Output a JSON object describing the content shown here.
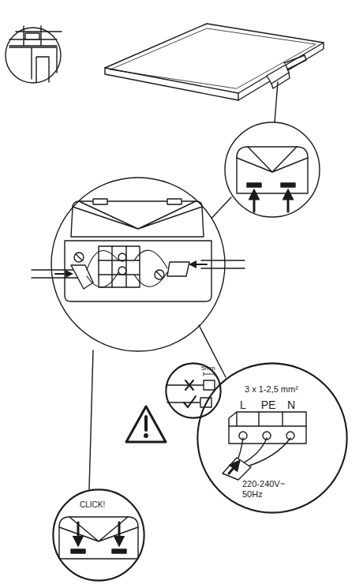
{
  "diagram": {
    "nodes": [
      {
        "text": [
          "5mm"
        ]
      },
      {
        "text": [
          "3 x 1-2,5 mm²",
          "L",
          "PE",
          "N",
          "220-240V~ 50Hz"
        ]
      },
      {
        "text": [
          "CLICK!"
        ]
      }
    ]
  }
}
